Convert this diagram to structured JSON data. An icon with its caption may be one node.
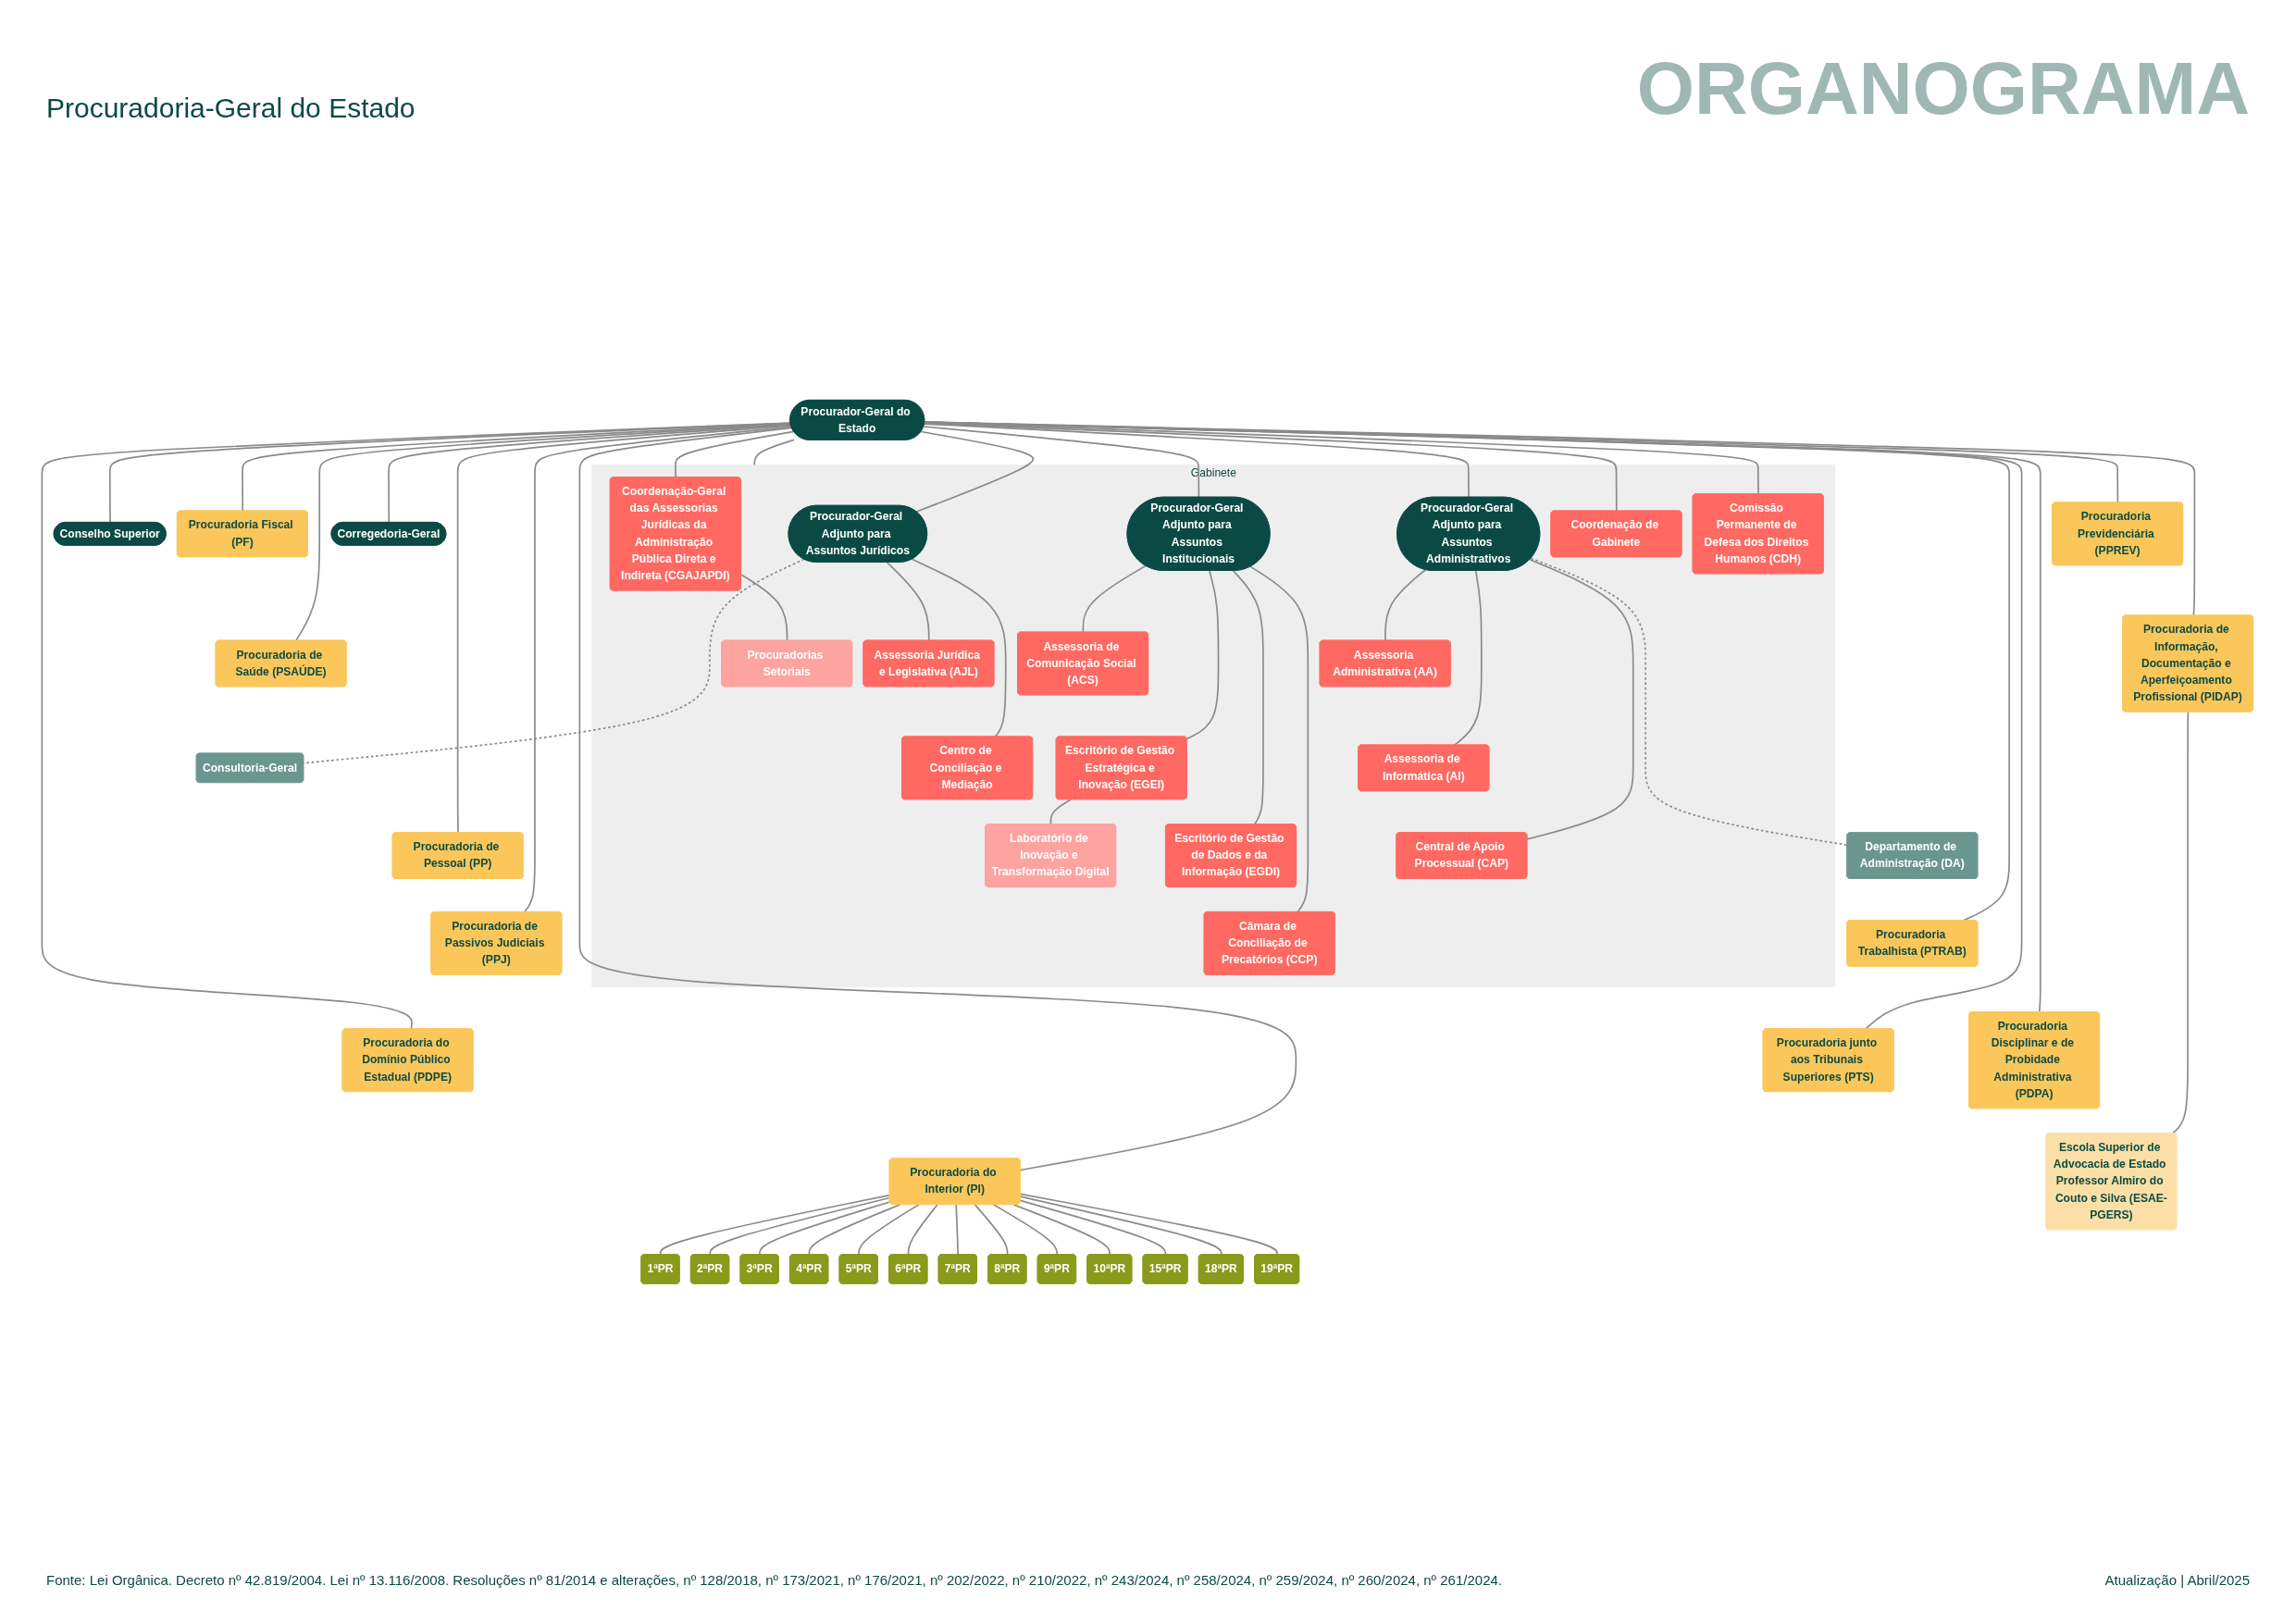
{
  "diagram": {
    "nodes": [
      {
        "text": [
          "Procurador-Geral do Estado"
        ]
      },
      {
        "text": [
          "Conselho Superior"
        ]
      },
      {
        "text": [
          "Gabinete"
        ]
      },
      {
        "text": [
          "Corregedoria-Geral"
        ]
      },
      {
        "text": [
          "Procurador-Geral Adjunto para Assuntos Jurídicos"
        ],
        "in": 2
      },
      {
        "text": [
          "Procurador-Geral Adjunto para Assuntos Institucionais"
        ],
        "in": 2
      },
      {
        "text": [
          "Procurador-Geral Adjunto para Assuntos Administrativos"
        ],
        "in": 2
      },
      {
        "text": [
          "Assessoria Jurídica e Legislativa (AJL)"
        ],
        "in": 2
      },
      {
        "text": [
          "Centro de Conciliação e Mediação"
        ],
        "in": 2
      },
      {
        "text": [
          "Coordenação-Geral das Assessorias Jurídicas da Administração Pública Direta e Indireta (CGAJAPDI)"
        ],
        "in": 2
      },
      {
        "text": [
          "Procuradorias Setoriais"
        ],
        "in": 2
      },
      {
        "text": [
          "Coordenação de Gabinete"
        ],
        "in": 2
      },
      {
        "text": [
          "Assessoria de Comunicação Social (ACS)"
        ],
        "in": 2
      },
      {
        "text": [
          "Escritório de Gestão Estratégica e Inovação (EGEI)"
        ],
        "in": 2
      },
      {
        "text": [
          "Laboratório de Inovação e Transformação Digital"
        ],
        "in": 2
      },
      {
        "text": [
          "Escritório de Gestão de Dados e da Informação (EGDI)"
        ],
        "in": 2
      },
      {
        "text": [
          "Câmara de Conciliação de Precatórios (CCP)"
        ],
        "in": 2
      },
      {
        "text": [
          "Comissão Permanente de Defesa dos Direitos Humanos (CDH)"
        ],
        "in": 2
      },
      {
        "text": [
          "Assessoria Administrativa (AA)"
        ],
        "in": 2
      },
      {
        "text": [
          "Assessoria de Informática (AI)"
        ],
        "in": 2
      },
      {
        "text": [
          "Central de Apoio Processual (CAP)"
        ],
        "in": 2
      },
      {
        "text": [
          "Consultoria-Geral"
        ]
      },
      {
        "text": [
          "Departamento de Administração (DA)"
        ]
      },
      {
        "text": [
          "Procuradoria de Pessoal (PP)"
        ]
      },
      {
        "text": [
          "Procuradoria Fiscal (PF)"
        ]
      },
      {
        "text": [
          "Procuradoria do Domínio Público Estadual (PDPE)"
        ]
      },
      {
        "text": [
          "Procuradoria Disciplinar e de Probidade Administrativa (PDPA)"
        ]
      },
      {
        "text": [
          "Procuradoria Previdenciária (PPREV)"
        ]
      },
      {
        "text": [
          "Procuradoria Trabalhista (PTRAB)"
        ]
      },
      {
        "text": [
          "Procuradoria de Passivos Judiciais (PPJ)"
        ]
      },
      {
        "text": [
          "Procuradoria de Saúde (PSAÚDE)"
        ]
      },
      {
        "text": [
          "Procuradoria do Interior (PI)"
        ]
      },
      {
        "text": [
          "Escola Superior de Advocacia de Estado Professor Almiro do Couto e Silva (ESAE-PGERS)"
        ]
      },
      {
        "text": [
          "Procuradoria de Informação, Documentação e Aperfeiçoamento Profissional (PIDAP)"
        ]
      },
      {
        "text": [
          "Procuradoria junto aos Tribunais Superiores (PTS)"
        ]
      },
      {
        "text": [
          "1ªPR"
        ]
      },
      {
        "text": [
          "2ªPR"
        ]
      },
      {
        "text": [
          "3ªPR"
        ]
      },
      {
        "text": [
          "4ªPR"
        ]
      },
      {
        "text": [
          "5ªPR"
        ]
      },
      {
        "text": [
          "6ªPR"
        ]
      },
      {
        "text": [
          "7ªPR"
        ]
      },
      {
        "text": [
          "8ªPR"
        ]
      },
      {
        "text": [
          "9ªPR"
        ]
      },
      {
        "text": [
          "10ªPR"
        ]
      },
      {
        "text": [
          "15ªPR"
        ]
      },
      {
        "text": [
          "18ªPR"
        ]
      },
      {
        "text": [
          "19ªPR"
        ]
      }
    ],
    "edges": [
      {
        "from": 0,
        "to": 1,
        "arrow": "none"
      },
      {
        "from": 0,
        "to": 3,
        "arrow": "none"
      },
      {
        "from": 0,
        "to": 2,
        "arrow": "none"
      },
      {
        "from": 0,
        "to": 4,
        "arrow": "none"
      },
      {
        "from": 0,
        "to": 9,
        "arrow": "none"
      },
      {
        "from": 0,
        "to": 11,
        "arrow": "none"
      },
      {
        "from": 0,
        "to": 5,
        "arrow": "none"
      },
      {
        "from": 0,
        "to": 17,
        "arrow": "none"
      },
      {
        "from": 0,
        "to": 6,
        "arrow": "none"
      },
      {
        "from": 4,
        "to": 21,
        "arrow": "none",
        "style": "dashed"
      },
      {
        "from": 4,
        "to": 7,
        "arrow": "none"
      },
      {
        "from": 4,
        "to": 8,
        "arrow": "none"
      },
      {
        "from": 9,
        "to": 10,
        "arrow": "none"
      },
      {
        "from": 5,
        "to": 12,
        "arrow": "none"
      },
      {
        "from": 5,
        "to": 13,
        "arrow": "none"
      },
      {
        "from": 13,
        "to": 14,
        "arrow": "none"
      },
      {
        "from": 5,
        "to": 15,
        "arrow": "none"
      },
      {
        "from": 5,
        "to": 16,
        "arrow": "none"
      },
      {
        "from": 6,
        "to": 18,
        "arrow": "none"
      },
      {
        "from": 6,
        "to": 19,
        "arrow": "none"
      },
      {
        "from": 6,
        "to": 20,
        "arrow": "none"
      },
      {
        "from": 6,
        "to": 22,
        "arrow": "none",
        "style": "dashed"
      },
      {
        "from": 0,
        "to": 23,
        "arrow": "none"
      },
      {
        "from": 0,
        "to": 24,
        "arrow": "none"
      },
      {
        "from": 0,
        "to": 25,
        "arrow": "none"
      },
      {
        "from": 0,
        "to": 26,
        "arrow": "none"
      },
      {
        "from": 0,
        "to": 27,
        "arrow": "none"
      },
      {
        "from": 0,
        "to": 28,
        "arrow": "none"
      },
      {
        "from": 0,
        "to": 29,
        "arrow": "none"
      },
      {
        "from": 0,
        "to": 30,
        "arrow": "none"
      },
      {
        "from": 0,
        "to": 31,
        "arrow": "none"
      },
      {
        "from": 0,
        "to": 33,
        "arrow": "none"
      },
      {
        "from": 0,
        "to": 34,
        "arrow": "none"
      },
      {
        "from": 33,
        "to": 32,
        "arrow": "none"
      },
      {
        "from": 31,
        "to": 35,
        "arrow": "none"
      },
      {
        "from": 31,
        "to": 36,
        "arrow": "none"
      },
      {
        "from": 31,
        "to": 37,
        "arrow": "none"
      },
      {
        "from": 31,
        "to": 38,
        "arrow": "none"
      },
      {
        "from": 31,
        "to": 39,
        "arrow": "none"
      },
      {
        "from": 31,
        "to": 40,
        "arrow": "none"
      },
      {
        "from": 31,
        "to": 41,
        "arrow": "none"
      },
      {
        "from": 31,
        "to": 42,
        "arrow": "none"
      },
      {
        "from": 31,
        "to": 43,
        "arrow": "none"
      },
      {
        "from": 31,
        "to": 44,
        "arrow": "none"
      },
      {
        "from": 31,
        "to": 45,
        "arrow": "none"
      },
      {
        "from": 31,
        "to": 46,
        "arrow": "none"
      },
      {
        "from": 31,
        "to": 47,
        "arrow": "none"
      }
    ],
    "labels": [
      "Procuradoria-Geral do Estado",
      "ORGANOGRAMA",
      "Fonte: Lei Orgânica. Decreto nº 42.819/2004. Lei nº 13.116/2008. Resoluções nº 81/2014 e alterações, nº 128/2018, nº 173/2021, nº 176/2021, nº 202/2022, nº 210/2022, nº 243/2024, nº 258/2024, nº 259/2024, nº 260/2024, nº 261/2024.",
      "Atualização | Abril/2025"
    ]
  }
}
